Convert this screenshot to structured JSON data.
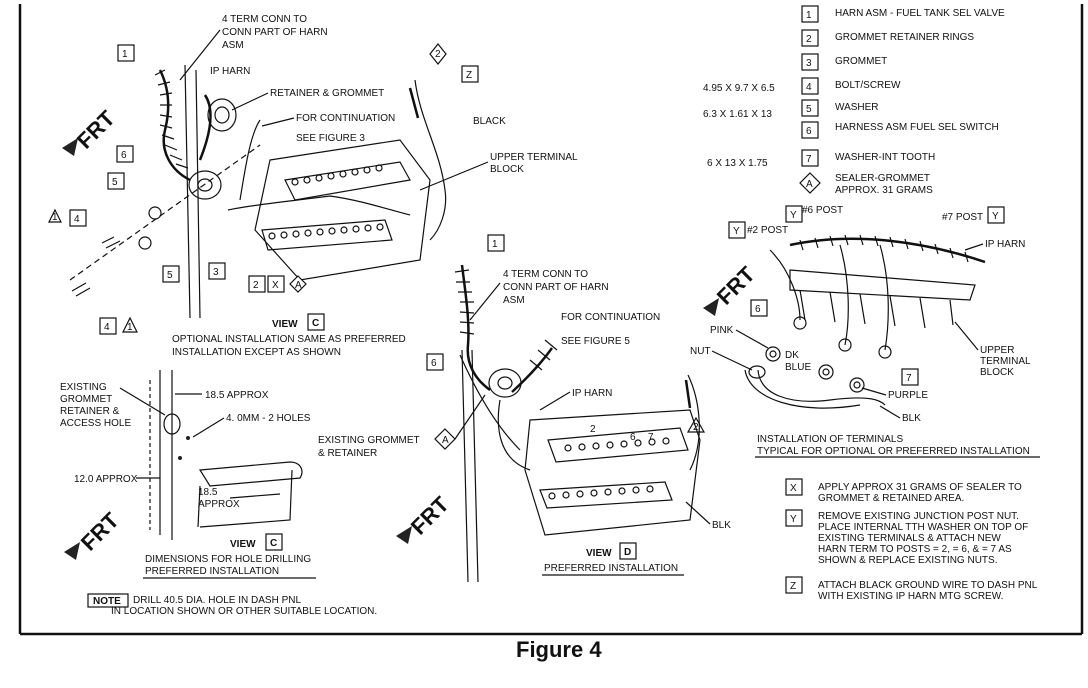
{
  "figure_caption": "Figure 4",
  "frt": "FRT",
  "legend": [
    {
      "key": "1",
      "label": "HARN ASM - FUEL TANK SEL VALVE"
    },
    {
      "key": "2",
      "label": "GROMMET RETAINER RINGS"
    },
    {
      "key": "3",
      "label": "GROMMET"
    },
    {
      "key": "4",
      "label": "BOLT/SCREW"
    },
    {
      "key": "5",
      "label": "WASHER"
    },
    {
      "key": "6",
      "label": "HARNESS ASM FUEL SEL SWITCH"
    },
    {
      "key": "7",
      "label": "WASHER-INT TOOTH"
    },
    {
      "key": "A",
      "label": "SEALER-GROMMET"
    }
  ],
  "legend_sealer_sub": "APPROX. 31 GRAMS",
  "dims": [
    "4.95 X 9.7 X 6.5",
    "6.3 X 1.61 X 13",
    "6 X 13 X 1.75"
  ],
  "view_c": {
    "term_conn": [
      "4 TERM CONN TO",
      "CONN PART OF HARN",
      "ASM"
    ],
    "ip_harn": "IP HARN",
    "retainer": "RETAINER & GROMMET",
    "continuation": [
      "FOR CONTINUATION",
      "SEE FIGURE 3"
    ],
    "black": "BLACK",
    "upper_terminal": [
      "UPPER TERMINAL",
      "BLOCK"
    ],
    "view_label": "VIEW",
    "view_letter": "C",
    "note": [
      "OPTIONAL INSTALLATION SAME AS PREFERRED",
      "INSTALLATION EXCEPT AS SHOWN"
    ]
  },
  "hole_view": {
    "existing": [
      "EXISTING",
      "GROMMET",
      "RETAINER &",
      "ACCESS HOLE"
    ],
    "approx_18_5": "18.5 APPROX",
    "holes": "4. 0MM - 2 HOLES",
    "approx_12": "12.0 APPROX",
    "dim_18_5": [
      "18.5",
      "APPROX"
    ],
    "view_label": "VIEW",
    "view_letter": "C",
    "caption": [
      "DIMENSIONS FOR HOLE DRILLING",
      "PREFERRED INSTALLATION"
    ],
    "note_tag": "NOTE",
    "note": [
      "DRILL 40.5 DIA. HOLE IN DASH PNL",
      "IN LOCATION SHOWN OR OTHER SUITABLE LOCATION."
    ]
  },
  "view_d": {
    "term_conn": [
      "4 TERM CONN TO",
      "CONN PART OF HARN",
      "ASM"
    ],
    "continuation": [
      "FOR CONTINUATION",
      "SEE FIGURE 5"
    ],
    "ip_harn": "IP HARN",
    "existing": [
      "EXISTING GROMMET",
      "& RETAINER"
    ],
    "blk": "BLK",
    "posts": [
      "2",
      "6",
      "7"
    ],
    "view_label": "VIEW",
    "view_letter": "D",
    "caption": "PREFERRED INSTALLATION"
  },
  "terminals": {
    "post6": "#6 POST",
    "post2": "#2 POST",
    "post7": "#7 POST",
    "ip_harn": "IP HARN",
    "pink": "PINK",
    "nut": "NUT",
    "dk_blue": [
      "DK",
      "BLUE"
    ],
    "purple": "PURPLE",
    "blk": "BLK",
    "upper_terminal": [
      "UPPER",
      "TERMINAL",
      "BLOCK"
    ],
    "caption": [
      "INSTALLATION OF TERMINALS",
      "TYPICAL FOR OPTIONAL OR PREFERRED INSTALLATION"
    ]
  },
  "notes": [
    {
      "key": "X",
      "lines": [
        "APPLY APPROX 31 GRAMS OF SEALER TO",
        "GROMMET & RETAINED AREA."
      ]
    },
    {
      "key": "Y",
      "lines": [
        "REMOVE EXISTING JUNCTION POST NUT.",
        "PLACE INTERNAL TTH WASHER ON TOP OF",
        "EXISTING TERMINALS & ATTACH NEW",
        "HARN TERM TO POSTS = 2, = 6, & = 7 AS",
        "SHOWN & REPLACE EXISTING NUTS."
      ]
    },
    {
      "key": "Z",
      "lines": [
        "ATTACH BLACK GROUND WIRE TO DASH PNL",
        "WITH EXISTING IP HARN MTG SCREW."
      ]
    }
  ]
}
